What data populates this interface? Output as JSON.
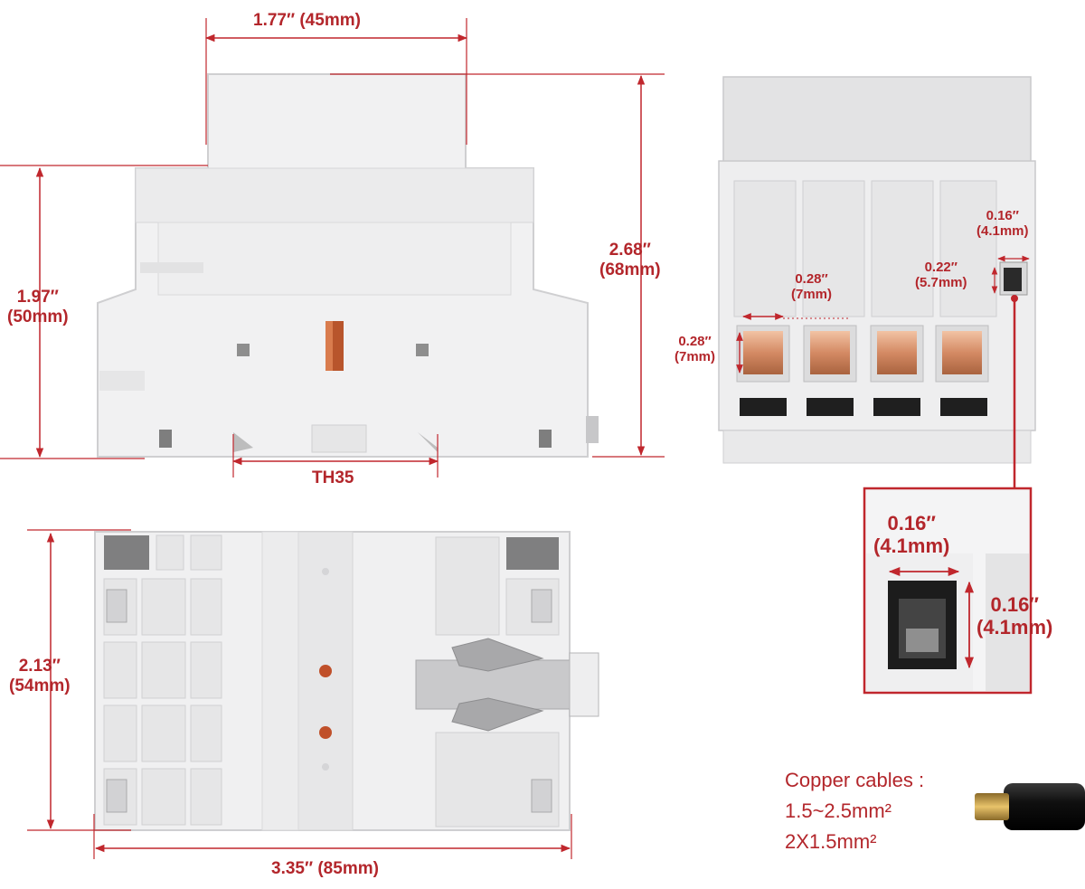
{
  "colors": {
    "accent": "#c0272d",
    "body": "#ededee",
    "body_edge": "#cfcfd1",
    "copper": "#d9926e",
    "slot": "#1f1f1f",
    "cable": "#151515"
  },
  "front_view": {
    "width_top": "1.77″ (45mm)",
    "height_left_in": "1.97″",
    "height_left_mm": "(50mm)",
    "height_right_in": "2.68″",
    "height_right_mm": "(68mm)",
    "rail": "TH35"
  },
  "side_view": {
    "terminal_width_in": "0.28″",
    "terminal_width_mm": "(7mm)",
    "terminal_height_in": "0.28″",
    "terminal_height_mm": "(7mm)",
    "screw_height_in": "0.22″",
    "screw_height_mm": "(5.7mm)",
    "screw_width_in": "0.16″",
    "screw_width_mm": "(4.1mm)"
  },
  "detail_view": {
    "width_in": "0.16″",
    "width_mm": "(4.1mm)",
    "height_in": "0.16″",
    "height_mm": "(4.1mm)"
  },
  "bottom_view": {
    "height_in": "2.13″",
    "height_mm": "(54mm)",
    "width": "3.35″ (85mm)"
  },
  "cables": {
    "title": "Copper cables :",
    "spec_1": "1.5~2.5mm²",
    "spec_2": "2X1.5mm²"
  }
}
